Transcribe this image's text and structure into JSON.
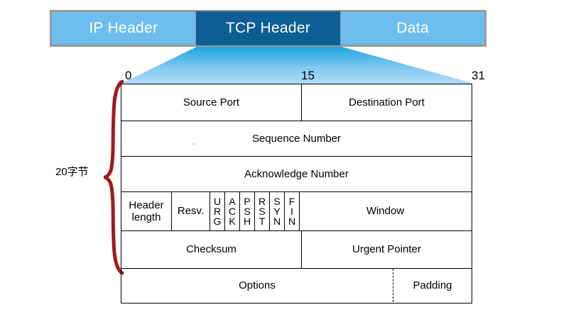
{
  "banner": {
    "segments": [
      {
        "label": "IP Header",
        "style": "light"
      },
      {
        "label": "TCP  Header",
        "style": "dark"
      },
      {
        "label": "Data",
        "style": "light"
      }
    ]
  },
  "bit_ruler": {
    "start": "0",
    "middle": "15",
    "end": "31"
  },
  "brace": {
    "label": "20字节"
  },
  "colors": {
    "light_blue": "#6DBDEE",
    "dark_blue": "#0D5E94",
    "banner_border": "#9A9A9A",
    "brace_red": "#A01A1A",
    "funnel_top": "#1CA5DE",
    "funnel_bottom": "#A8D8F5",
    "line": "#000000"
  },
  "table": {
    "rows": [
      {
        "name": "ports",
        "cells": [
          {
            "label": "Source Port"
          },
          {
            "label": "Destination Port"
          }
        ]
      },
      {
        "name": "sequence",
        "cells": [
          {
            "label": "Sequence Number"
          }
        ]
      },
      {
        "name": "acknowledge",
        "cells": [
          {
            "label": "Acknowledge Number"
          }
        ]
      },
      {
        "name": "flags",
        "cells": [
          {
            "label": "Header length"
          },
          {
            "label": "Resv."
          },
          {
            "label": "Window"
          }
        ],
        "flags": [
          "URG",
          "ACK",
          "PSH",
          "RST",
          "SYN",
          "FIN"
        ]
      },
      {
        "name": "checksum",
        "cells": [
          {
            "label": "Checksum"
          },
          {
            "label": "Urgent Pointer"
          }
        ]
      },
      {
        "name": "options",
        "cells": [
          {
            "label": "Options"
          },
          {
            "label": "Padding"
          }
        ]
      }
    ]
  }
}
